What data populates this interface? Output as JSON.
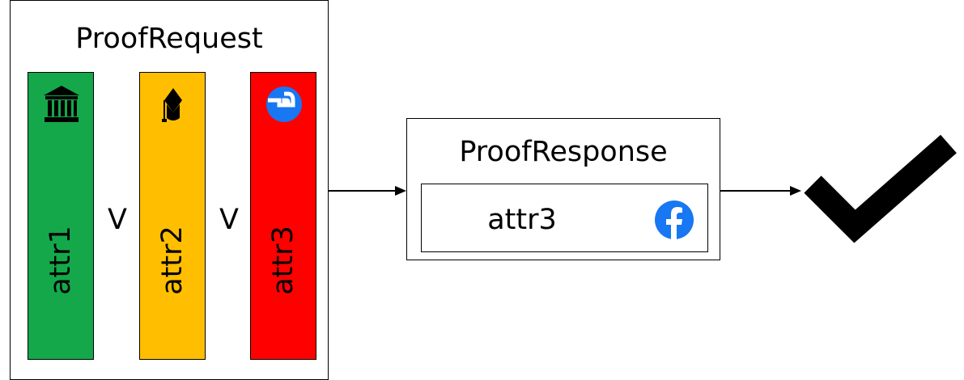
{
  "request": {
    "title": "ProofRequest",
    "attributes": [
      {
        "label": "attr1",
        "color": "#14a84a",
        "icon": "bank-icon"
      },
      {
        "label": "attr2",
        "color": "#ffbf00",
        "icon": "graduation-cap-icon"
      },
      {
        "label": "attr3",
        "color": "#ff0000",
        "icon": "facebook-icon"
      }
    ],
    "operators": [
      "V",
      "V"
    ]
  },
  "response": {
    "title": "ProofResponse",
    "attribute": {
      "label": "attr3",
      "icon": "facebook-icon"
    }
  },
  "result": {
    "icon": "checkmark-icon"
  }
}
